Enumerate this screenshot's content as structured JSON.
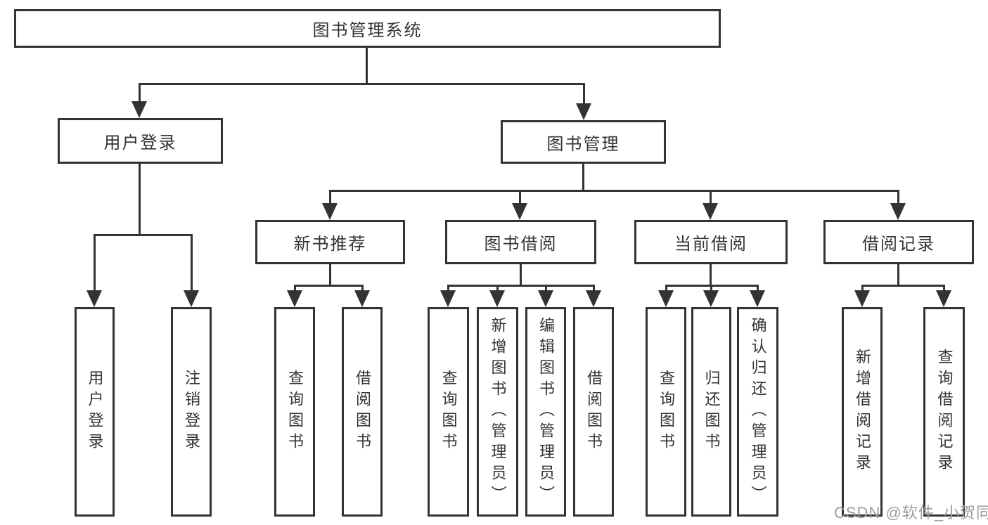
{
  "title": "图书管理系统",
  "branches": [
    {
      "label": "用户登录",
      "children": [
        {
          "label": "用户登录"
        },
        {
          "label": "注销登录"
        }
      ]
    },
    {
      "label": "图书管理",
      "groups": [
        {
          "label": "新书推荐",
          "children": [
            {
              "label": "查询图书"
            },
            {
              "label": "借阅图书"
            }
          ]
        },
        {
          "label": "图书借阅",
          "children": [
            {
              "label": "查询图书"
            },
            {
              "label": "新增图书（管理员）"
            },
            {
              "label": "编辑图书（管理员）"
            },
            {
              "label": "借阅图书"
            }
          ]
        },
        {
          "label": "当前借阅",
          "children": [
            {
              "label": "查询图书"
            },
            {
              "label": "归还图书"
            },
            {
              "label": "确认归还（管理员）"
            }
          ]
        },
        {
          "label": "借阅记录",
          "children": [
            {
              "label": "新增借阅记录"
            },
            {
              "label": "查询借阅记录"
            }
          ]
        }
      ]
    }
  ],
  "watermark": "CSDN @软件_小贺同学",
  "colors": {
    "line": "#333333",
    "watermark": "#9c9c9c",
    "background": "#ffffff"
  }
}
